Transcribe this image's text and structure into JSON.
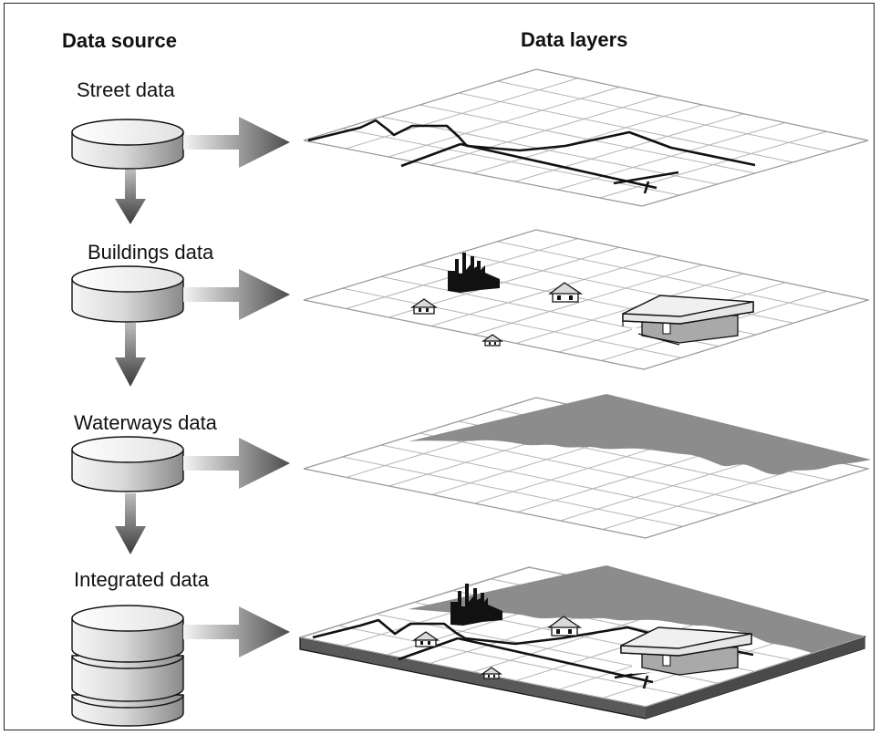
{
  "headers": {
    "source": "Data source",
    "layers": "Data layers"
  },
  "sources": [
    {
      "label": "Street data",
      "icon": "single-disk-database-icon"
    },
    {
      "label": "Buildings data",
      "icon": "single-disk-database-icon"
    },
    {
      "label": "Waterways data",
      "icon": "single-disk-database-icon"
    },
    {
      "label": "Integrated data",
      "icon": "stacked-database-icon"
    }
  ],
  "layers": [
    {
      "name": "street-layer",
      "content": [
        "street-lines"
      ]
    },
    {
      "name": "buildings-layer",
      "content": [
        "factory",
        "houses",
        "large-building"
      ]
    },
    {
      "name": "waterways-layer",
      "content": [
        "water-area"
      ]
    },
    {
      "name": "integrated-layer",
      "content": [
        "street-lines",
        "factory",
        "houses",
        "large-building",
        "water-area",
        "slab-base"
      ]
    }
  ],
  "colors": {
    "line": "#111111",
    "grid": "#b5b5b5",
    "water": "#8c8c8c",
    "slab_side": "#595959",
    "arrow_dark": "#555555",
    "arrow_light": "#ececec",
    "disk_light": "#f6f6f6",
    "disk_dark": "#8a8a8a"
  }
}
